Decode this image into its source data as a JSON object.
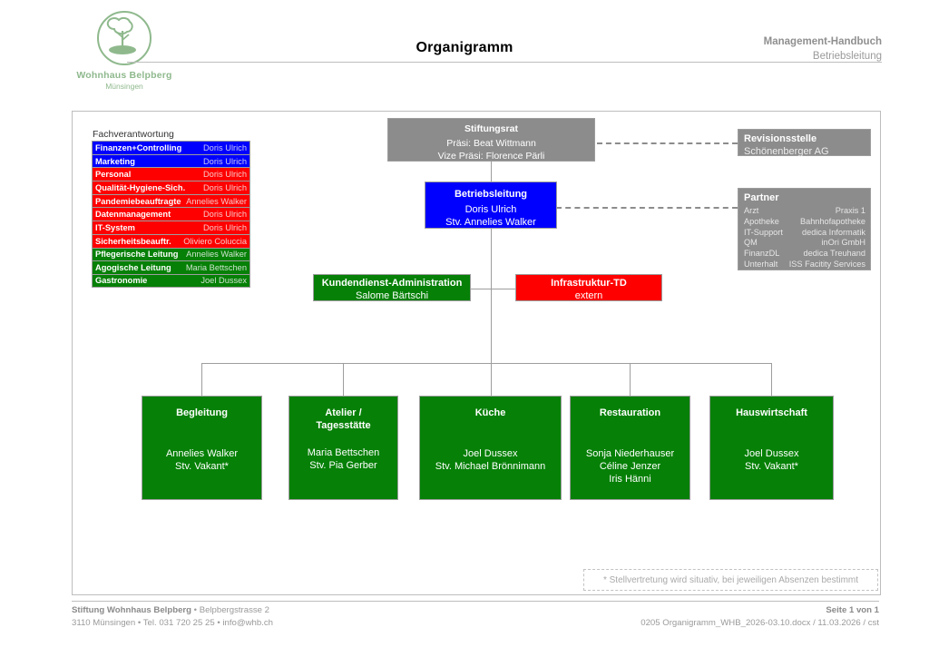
{
  "header": {
    "logo": {
      "name": "Wohnhaus Belpberg",
      "sub": "Münsingen",
      "icon": "tree-in-circle-logo"
    },
    "title": "Organigramm",
    "right_line1": "Management-Handbuch",
    "right_line2": "Betriebsleitung"
  },
  "fachverantwortung": {
    "title": "Fachverantwortung",
    "rows": [
      {
        "label": "Finanzen+Controlling",
        "person": "Doris Ulrich",
        "color": "blue"
      },
      {
        "label": "Marketing",
        "person": "Doris Ulrich",
        "color": "blue"
      },
      {
        "label": "Personal",
        "person": "Doris Ulrich",
        "color": "red"
      },
      {
        "label": "Qualität-Hygiene-Sich.",
        "person": "Doris Ulrich",
        "color": "red"
      },
      {
        "label": "Pandemiebeauftragte",
        "person": "Annelies Walker",
        "color": "red"
      },
      {
        "label": "Datenmanagement",
        "person": "Doris Ulrich",
        "color": "red"
      },
      {
        "label": "IT-System",
        "person": "Doris Ulrich",
        "color": "red"
      },
      {
        "label": "Sicherheitsbeauftr.",
        "person": "Oliviero Coluccia",
        "color": "red"
      },
      {
        "label": "Pflegerische Leitung",
        "person": "Annelies Walker",
        "color": "green"
      },
      {
        "label": "Agogische Leitung",
        "person": "Maria Bettschen",
        "color": "green"
      },
      {
        "label": "Gastronomie",
        "person": "Joel Dussex",
        "color": "green"
      }
    ]
  },
  "chart": {
    "stiftungsrat": {
      "title": "Stiftungsrat",
      "line1": "Präsi: Beat Wittmann",
      "line2": "Vize Präsi: Florence Pärli"
    },
    "betriebsleitung": {
      "title": "Betriebsleitung",
      "line1": "Doris Ulrich",
      "line2": "Stv. Annelies Walker"
    },
    "revisionsstelle": {
      "title": "Revisionsstelle",
      "line1": "Schönenberger AG"
    },
    "partner": {
      "title": "Partner",
      "rows": [
        {
          "k": "Arzt",
          "v": "Praxis 1"
        },
        {
          "k": "Apotheke",
          "v": "Bahnhofapotheke"
        },
        {
          "k": "IT-Support",
          "v": "dedica Informatik"
        },
        {
          "k": "QM",
          "v": "inOri GmbH"
        },
        {
          "k": "FinanzDL",
          "v": "dedica Treuhand"
        },
        {
          "k": "Unterhalt",
          "v": "ISS Facitity Services"
        }
      ]
    },
    "kundendienst": {
      "title": "Kundendienst-Administration",
      "line1": "Salome Bärtschi"
    },
    "infrastruktur": {
      "title": "Infrastruktur-TD",
      "line1": "extern"
    },
    "departments": [
      {
        "title": "Begleitung",
        "title2": "",
        "line1": "Annelies Walker",
        "line2": "Stv. Vakant*",
        "line3": ""
      },
      {
        "title": "Atelier /",
        "title2": "Tagesstätte",
        "line1": "Maria Bettschen",
        "line2": "Stv. Pia Gerber",
        "line3": ""
      },
      {
        "title": "Küche",
        "title2": "",
        "line1": "Joel Dussex",
        "line2": "Stv. Michael Brönnimann",
        "line3": ""
      },
      {
        "title": "Restauration",
        "title2": "",
        "line1": "Sonja Niederhauser",
        "line2": "Céline Jenzer",
        "line3": "Iris Hänni"
      },
      {
        "title": "Hauswirtschaft",
        "title2": "",
        "line1": "Joel Dussex",
        "line2": "Stv. Vakant*",
        "line3": ""
      }
    ]
  },
  "footnote": "* Stellvertretung wird situativ, bei jeweiligen Absenzen bestimmt",
  "footer": {
    "left_bold": "Stiftung Wohnhaus Belpberg",
    "left_rest": " • Belpbergstrasse 2",
    "left_line2": "3110 Münsingen • Tel. 031 720 25 25 • info@whb.ch",
    "right_bold": "Seite 1 von 1",
    "right_line2": "0205 Organigramm_WHB_2026-03.10.docx / 11.03.2026 / cst"
  },
  "colors": {
    "green": "#068007",
    "red": "#fe0000",
    "blue": "#0000fe",
    "gray": "#8c8c8c",
    "border": "#9d9d9d",
    "logo_green": "#8fb98d"
  }
}
